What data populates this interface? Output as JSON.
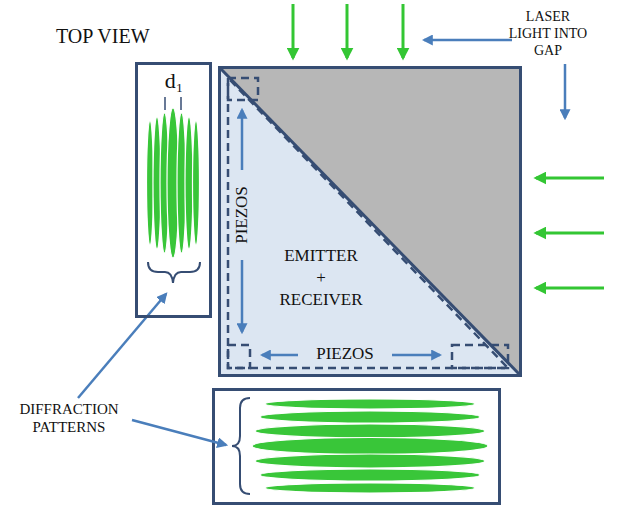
{
  "diagram": {
    "title": "TOP VIEW",
    "nodes": [
      {
        "text": [
          "d₁"
        ]
      },
      {
        "text": [
          "EMITTER + RECEIVER"
        ]
      }
    ],
    "labels": [
      "LASER LIGHT INTO GAP",
      "PIEZOS",
      "PIEZOS",
      "DIFFRACTION PATTERNS"
    ]
  }
}
